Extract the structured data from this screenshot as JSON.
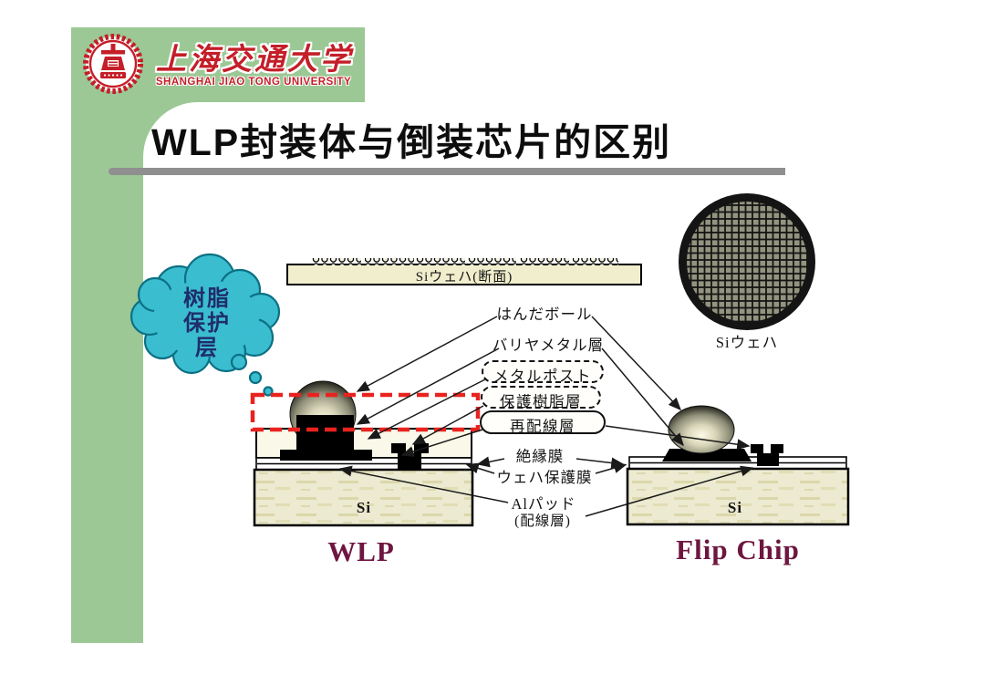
{
  "logo": {
    "university_cn": "上海交通大学",
    "university_en": "SHANGHAI JIAO TONG UNIVERSITY"
  },
  "title": "WLP封装体与倒装芯片的区别",
  "cloud": {
    "lines": [
      "树脂",
      "保护",
      "层"
    ]
  },
  "diagram": {
    "wafer_bar_label": "Siウェハ(断面)",
    "wafer_circle_label": "Siウェハ",
    "callouts": {
      "solder_ball": "はんだボール",
      "barrier_metal_layer": "バリヤメタル層",
      "metal_post": "メタルポスト",
      "protective_resin_layer": "保護樹脂層",
      "redistribution_layer": "再配線層",
      "insulating_film": "絶縁膜",
      "wafer_protective_film": "ウェハ保護膜",
      "al_pad_line1": "Alパッド",
      "al_pad_line2": "(配線層)"
    },
    "wlp_si_label": "Si",
    "fc_si_label": "Si",
    "wlp_caption": "WLP",
    "flip_chip_caption": "Flip Chip"
  },
  "colors": {
    "template_green": "#9cc896",
    "logo_red": "#c41e28",
    "divider_gray": "#8f8f8f",
    "cloud_cyan": "#3bbdd0",
    "cloud_text_navy": "#1f2d6b",
    "highlight_dashed_red": "#e8231f",
    "caption_maroon": "#6e1640",
    "substrate_cream": "#ecead0"
  }
}
